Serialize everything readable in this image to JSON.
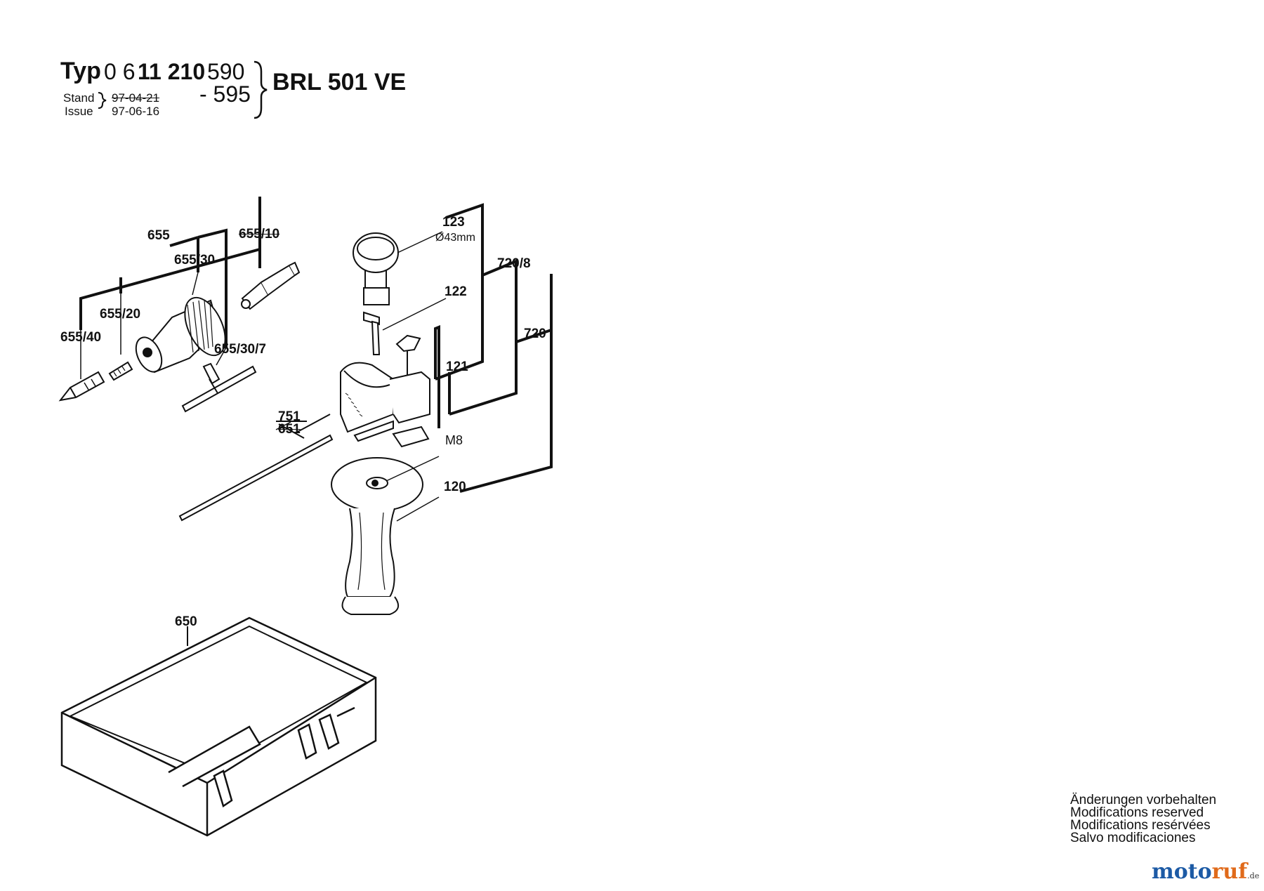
{
  "header": {
    "typ_label": "Typ",
    "part_prefix": "0 6",
    "part_bold": "11 210",
    "variant_1": "590",
    "variant_2": "- 595",
    "model": "BRL 501 VE",
    "stand_label": "Stand",
    "issue_label": "Issue",
    "stand_date": "97-04-21",
    "issue_date": "97-06-16"
  },
  "part_labels": {
    "p655": "655",
    "p655_10": "655/10",
    "p655_30": "655/30",
    "p655_20": "655/20",
    "p655_40": "655/40",
    "p655_30_7": "655/30/7",
    "p123": "123",
    "p123_dim": "Ø43mm",
    "p122": "122",
    "p121": "121",
    "p720_8": "720/8",
    "p720": "720",
    "p751": "751",
    "p651": "651",
    "pM8": "M8",
    "p120": "120",
    "p650": "650"
  },
  "notes": [
    "Änderungen vorbehalten",
    "Modifications reserved",
    "Modifications resérvées",
    "Salvo modificaciones"
  ],
  "watermark": {
    "text_a": "moto",
    "text_b": "ruf",
    "suffix": ".de"
  },
  "colors": {
    "ink": "#111111",
    "brand_blue": "#1c5aa5",
    "brand_orange": "#e06a1a"
  }
}
